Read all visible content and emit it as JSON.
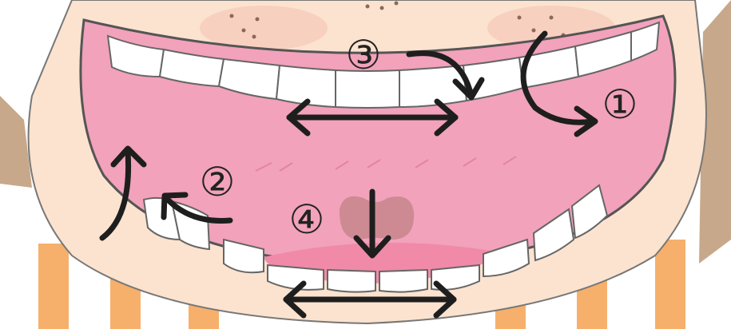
{
  "labels": {
    "step_1": "①",
    "step_2": "②",
    "step_3": "③",
    "step_4": "④"
  },
  "colors": {
    "skin": "#fbe3cf",
    "mouth": "#f2a2bb",
    "tongue": "#f08aa8",
    "teeth": "#ffffff",
    "uvula": "#c9878f",
    "shirt_stripe": "#f6b06c",
    "hair": "#c8a88a",
    "outline": "#555555",
    "arrow": "#1e1e1e"
  }
}
